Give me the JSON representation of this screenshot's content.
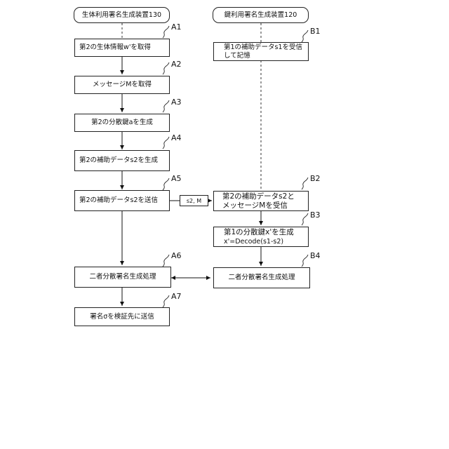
{
  "left_device": "生体利用署名生成装置130",
  "right_device": "鍵利用署名生成装置120",
  "steps_left": [
    {
      "id": "A1",
      "text": "第2の生体情報w'を取得"
    },
    {
      "id": "A2",
      "text": "メッセージMを取得"
    },
    {
      "id": "A3",
      "text": "第2の分散鍵aを生成"
    },
    {
      "id": "A4",
      "text": "第2の補助データs2を生成"
    },
    {
      "id": "A5",
      "text": "第2の補助データs2を送信"
    },
    {
      "id": "A6",
      "text": "二者分散署名生成処理"
    },
    {
      "id": "A7",
      "text": "署名σを検証先に送信"
    }
  ],
  "steps_right": [
    {
      "id": "B1",
      "line1": "第1の補助データs1を受信",
      "line2": "して記憶"
    },
    {
      "id": "B2",
      "line1": "第2の補助データs2と",
      "line2": "メッセージMを受信"
    },
    {
      "id": "B3",
      "line1": "第1の分散鍵x'を生成",
      "line2": "x'=Decode(s1-s2)"
    },
    {
      "id": "B4",
      "text": "二者分散署名生成処理"
    }
  ],
  "transfer_label": "s2, M"
}
